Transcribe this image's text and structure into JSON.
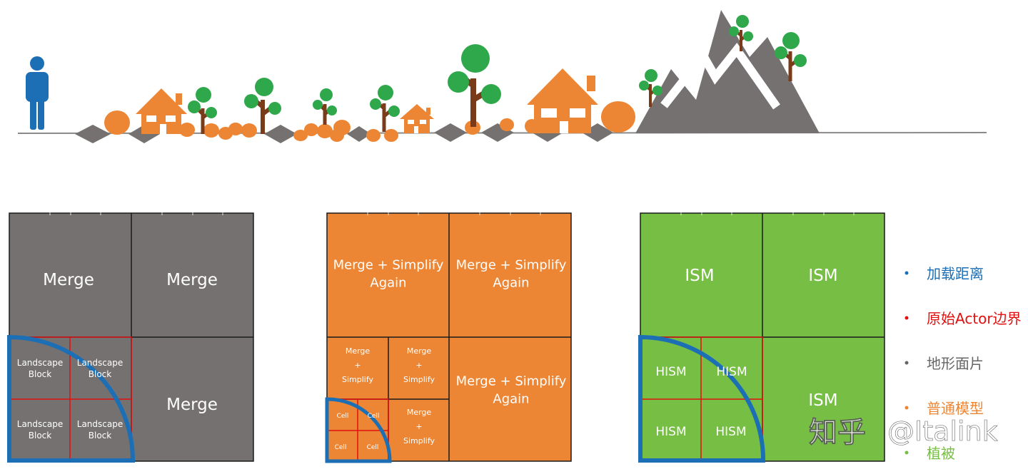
{
  "colors": {
    "gray": "#757171",
    "orange": "#ED8634",
    "green": "#77BE45",
    "blue": "#1C6FB5",
    "red": "#E01010",
    "tree": "#2EA84A",
    "trunk": "#7A3B1A"
  },
  "panel_gray": {
    "big_top_left": "Merge",
    "big_top_right": "Merge",
    "big_bottom_right": "Merge",
    "small": [
      "Landscape\nBlock",
      "Landscape\nBlock",
      "Landscape\nBlock",
      "Landscape\nBlock"
    ]
  },
  "panel_orange": {
    "big_top_left": "Merge + Simplify\nAgain",
    "big_top_right": "Merge + Simplify\nAgain",
    "big_bottom_right": "Merge + Simplify\nAgain",
    "mid": [
      "Merge\n+\nSimplify",
      "Merge\n+\nSimplify",
      "Merge\n+\nSimplify"
    ],
    "cells": [
      "Cell",
      "Cell",
      "Cell",
      "Cell"
    ]
  },
  "panel_green": {
    "big_top_left": "ISM",
    "big_top_right": "ISM",
    "big_bottom_right": "ISM",
    "small": [
      "HISM",
      "HISM",
      "HISM",
      "HISM"
    ]
  },
  "legend": [
    {
      "label": "加载距离",
      "color": "#1C6FB5"
    },
    {
      "label": "原始Actor边界",
      "color": "#E01010"
    },
    {
      "label": "地形面片",
      "color": "#666666"
    },
    {
      "label": "普通模型",
      "color": "#ED8634"
    },
    {
      "label": "植被",
      "color": "#77BE45"
    }
  ],
  "watermark": {
    "brand": "知乎",
    "handle": "@Italink"
  }
}
